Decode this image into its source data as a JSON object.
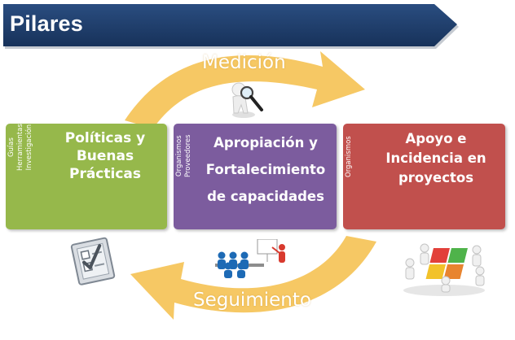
{
  "banner": {
    "title": "Pilares",
    "color": "#1f3d6b"
  },
  "cycle": {
    "top_label": "Medición",
    "bottom_label": "Seguimiento",
    "arrow_color": "#f6c864"
  },
  "pillars": [
    {
      "color": "#96b84b",
      "title_lines": [
        "Políticas y",
        "Buenas",
        "Prácticas"
      ],
      "side_lines": [
        "Guías",
        "Herramientas",
        "Investigación"
      ]
    },
    {
      "color": "#7c5c9e",
      "title_lines": [
        "Apropiación y",
        "Fortalecimiento",
        "de capacidades"
      ],
      "side_lines": [
        "Organismos",
        "Proveedores"
      ]
    },
    {
      "color": "#c1504d",
      "title_lines": [
        "Apoyo e",
        "Incidencia en",
        "proyectos"
      ],
      "side_lines": [
        "Organismos"
      ]
    }
  ],
  "icons": [
    "magnifier-figure-icon",
    "checklist-icon",
    "teaching-group-icon",
    "puzzle-team-icon"
  ]
}
